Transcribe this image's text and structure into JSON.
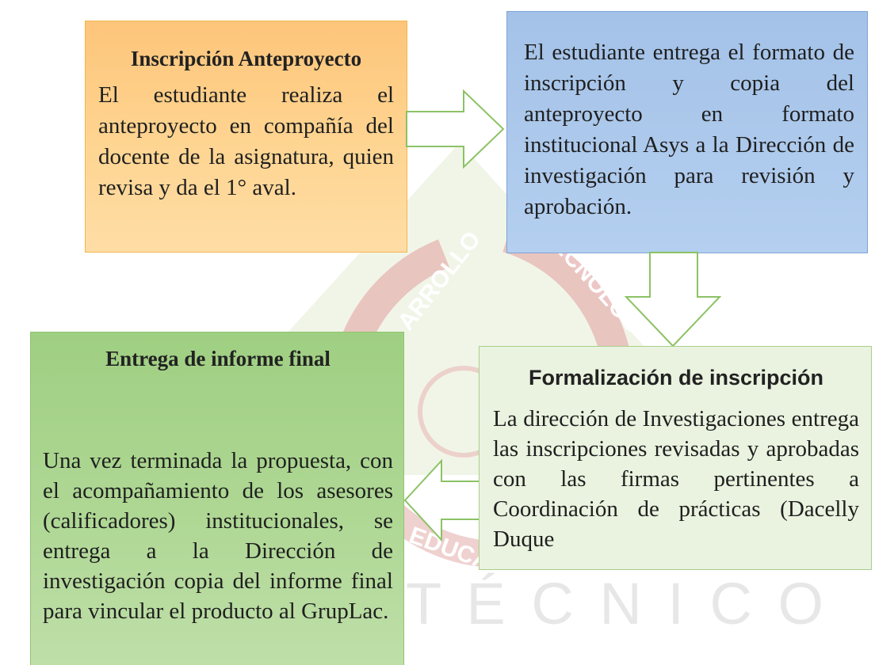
{
  "watermark": {
    "ring_text_left": "ARROLLO",
    "ring_text_right": "ECNOLOG",
    "ring_text_bottom": "EDUCA",
    "big_text": "T É C N I C O",
    "colors": {
      "red": "#d9534f",
      "fill": "#eef3e4"
    }
  },
  "boxes": {
    "inscripcion": {
      "title": "Inscripción Anteproyecto",
      "body": "El estudiante realiza el anteproyecto en compañía del docente de la asignatura, quien revisa y da el 1° aval."
    },
    "entrega_formato": {
      "body": "El estudiante entrega el formato de inscripción y copia del anteproyecto en formato institucional Asys a la Dirección de investigación para revisión y aprobación."
    },
    "formalizacion": {
      "title": "Formalización de inscripción",
      "body": "La dirección de Investigaciones entrega las inscripciones revisadas y aprobadas con las firmas pertinentes a Coordinación de prácticas (Dacelly Duque"
    },
    "informe_final": {
      "title": "Entrega de informe final",
      "body": "Una vez terminada la propuesta, con el acompañamiento de los asesores (calificadores) institucionales, se entrega a la Dirección de investigación copia del informe final para vincular el producto al GrupLac."
    }
  },
  "colors": {
    "orange": "#fed592",
    "blue": "#b4cfef",
    "green": "#b0d896",
    "light_green": "#e9f3df",
    "arrow_stroke": "#8cc265"
  }
}
